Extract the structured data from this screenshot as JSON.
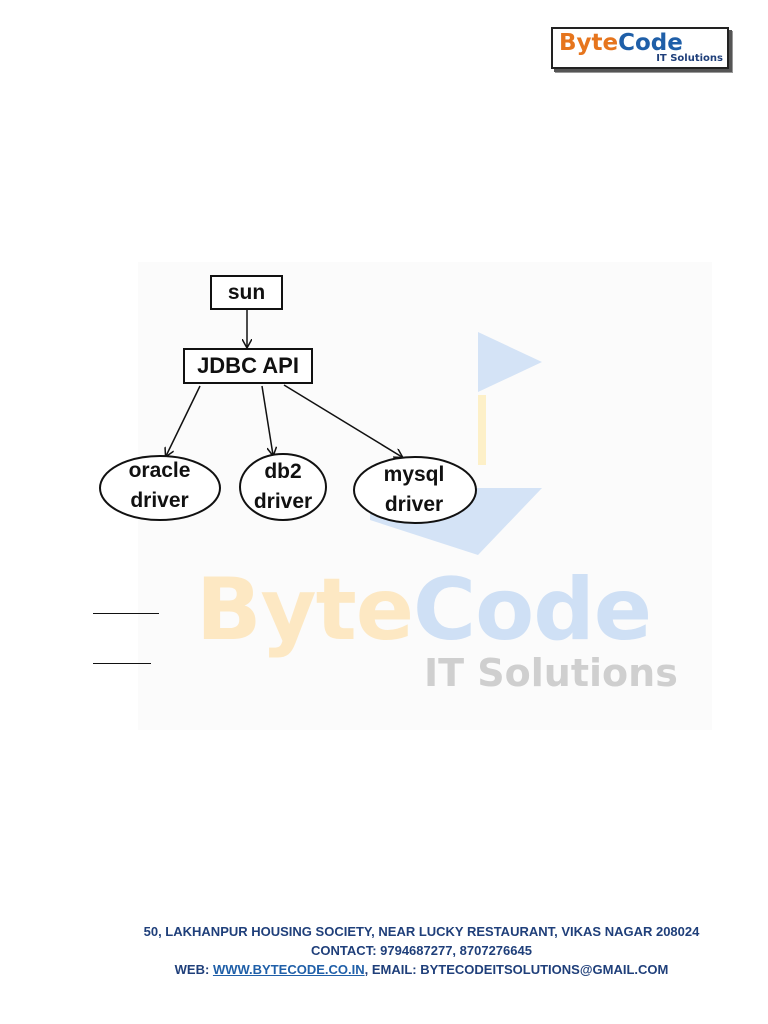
{
  "header": {
    "logo_part1": "Byte",
    "logo_part2": "Code",
    "logo_tagline": "IT Solutions"
  },
  "watermark": {
    "part1": "Byte",
    "part2": "Code",
    "tagline": "IT Solutions"
  },
  "diagram": {
    "root": "sun",
    "api": "JDBC API",
    "drivers": [
      {
        "line1": "oracle",
        "line2": "driver"
      },
      {
        "line1": "db2",
        "line2": "driver"
      },
      {
        "line1": "mysql",
        "line2": "driver"
      }
    ]
  },
  "footer": {
    "address": "50, LAKHANPUR HOUSING SOCIETY, NEAR LUCKY RESTAURANT, VIKAS NAGAR 208024",
    "contact": "CONTACT: 9794687277, 8707276645",
    "web_label": "WEB: ",
    "web_link": "WWW.BYTECODE.CO.IN",
    "email": ", EMAIL: BYTECODEITSOLUTIONS@GMAIL.COM"
  },
  "colors": {
    "brand_orange": "#e6751d",
    "brand_blue": "#1f5fa8",
    "footer_text": "#1f3f7a"
  }
}
